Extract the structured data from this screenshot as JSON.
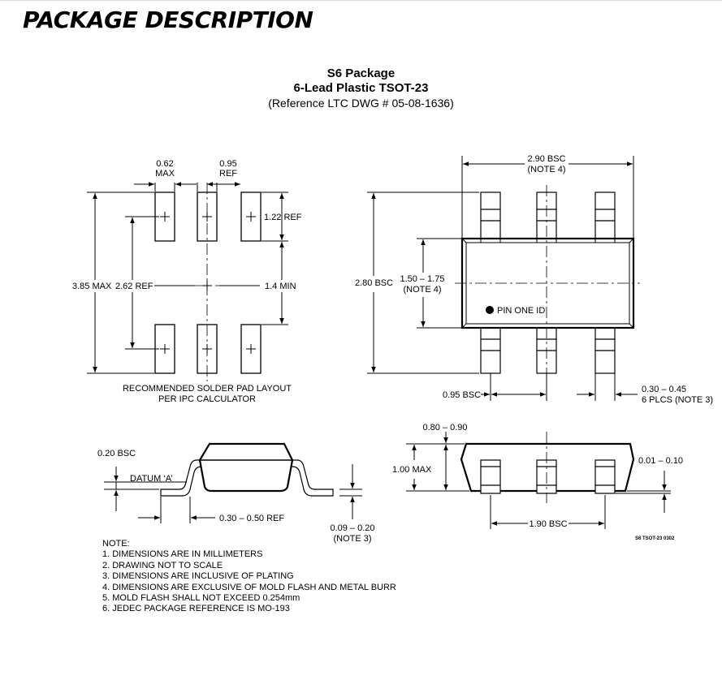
{
  "page": {
    "title": "PACKAGE DESCRIPTION"
  },
  "header": {
    "package_name": "S6 Package",
    "package_type": "6-Lead Plastic TSOT-23",
    "reference": "(Reference LTC DWG # 05-08-1636)"
  },
  "solder_pad": {
    "pad_width": "0.62",
    "pad_width_qualifier": "MAX",
    "pitch": "0.95",
    "pitch_qualifier": "REF",
    "pad_length": "1.22 REF",
    "overall": "3.85 MAX",
    "inner": "2.62 REF",
    "gap": "1.4 MIN",
    "caption_line1": "RECOMMENDED SOLDER PAD LAYOUT",
    "caption_line2": "PER IPC CALCULATOR"
  },
  "top_view": {
    "body_length": "2.90 BSC",
    "body_length_note": "(NOTE 4)",
    "overall_width": "2.80 BSC",
    "body_width": "1.50 – 1.75",
    "body_width_note": "(NOTE 4)",
    "pin_one": "PIN ONE ID",
    "lead_pitch": "0.95 BSC",
    "lead_width": "0.30 – 0.45",
    "lead_width_note": "6 PLCS (NOTE 3)"
  },
  "side_view": {
    "gauge": "0.20 BSC",
    "datum": "DATUM ‘A’",
    "foot": "0.30 – 0.50 REF",
    "lead_thickness": "0.09 – 0.20",
    "lead_thickness_note": "(NOTE 3)"
  },
  "front_view": {
    "body_height_range": "0.80 – 0.90",
    "max_height": "1.00 MAX",
    "standoff": "0.01 – 0.10",
    "span": "1.90 BSC",
    "drawing_id": "S6 TSOT-23 0302"
  },
  "notes": {
    "heading": "NOTE:",
    "items": [
      "1. DIMENSIONS ARE IN MILLIMETERS",
      "2. DRAWING NOT TO SCALE",
      "3. DIMENSIONS ARE INCLUSIVE OF PLATING",
      "4. DIMENSIONS ARE EXCLUSIVE OF MOLD FLASH AND METAL BURR",
      "5. MOLD FLASH SHALL NOT EXCEED 0.254mm",
      "6. JEDEC PACKAGE REFERENCE IS MO-193"
    ]
  }
}
